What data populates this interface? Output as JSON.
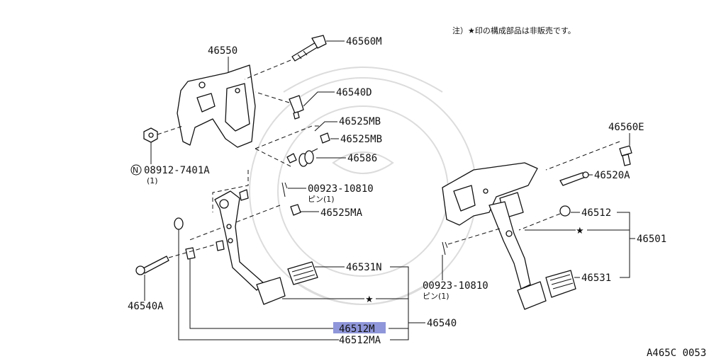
{
  "note": "注）★印の構成部品は非販売です。",
  "figure_code": "A465C 0053",
  "left_assembly": {
    "bracket": "46550",
    "bolt_top": "46560M",
    "clip_d": "46540D",
    "spring_mb1": "46525MB",
    "spring_mb2": "46525MB",
    "spring_586": "46586",
    "nut_n": "N",
    "nut_code": "08912-7401A",
    "nut_qty": "(1)",
    "pin_code": "00923-10810",
    "pin_sub": "ピン(1)",
    "bushing_ma": "46525MA",
    "pedal_pad": "46531N",
    "bolt_a": "46540A",
    "pedal_assy": "46540",
    "highlight_part": "46512M",
    "part_ma": "46512MA"
  },
  "right_assembly": {
    "bolt_e": "46560E",
    "bolt_a": "46520A",
    "bush": "46512",
    "pedal_assy": "46501",
    "pin_code": "00923-10810",
    "pin_sub": "ピン(1)",
    "pad": "46531"
  },
  "colors": {
    "highlight": "#8f96d9",
    "line": "#111111",
    "watermark": "#dcdcdc"
  }
}
